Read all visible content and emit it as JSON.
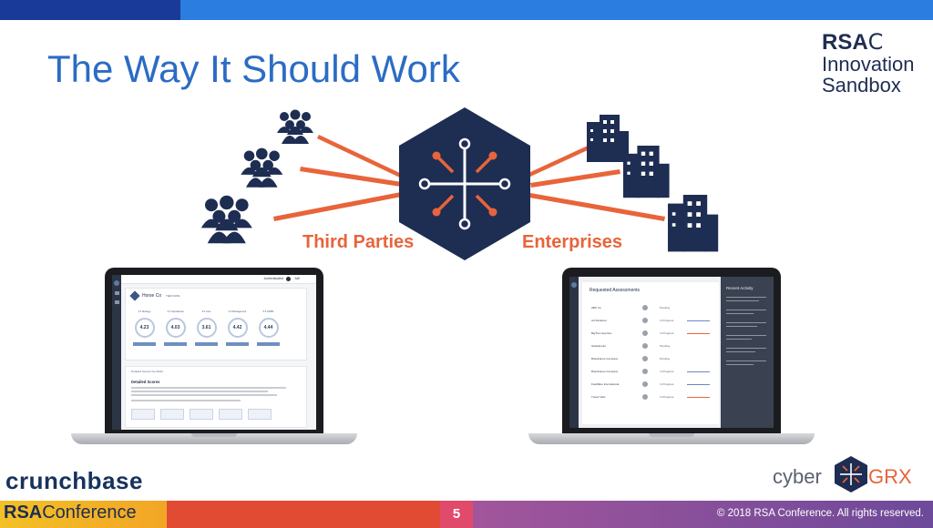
{
  "slide": {
    "title": "The Way It Should Work",
    "page_number": "5"
  },
  "logos": {
    "rsac": {
      "line1": "RSA",
      "line1_suffix": "C",
      "line2": "Innovation",
      "line3": "Sandbox"
    },
    "crunchbase": "crunchbase",
    "cybergrx": {
      "left": "cyber",
      "right": "GRX"
    }
  },
  "diagram": {
    "left_label": "Third Parties",
    "right_label": "Enterprises",
    "left_icons": [
      "people-group-icon",
      "people-group-icon",
      "people-group-icon"
    ],
    "right_icons": [
      "buildings-icon",
      "buildings-icon",
      "buildings-icon"
    ],
    "hub_icon": "hub-hexagon-icon",
    "colors": {
      "accent": "#e8643a",
      "navy": "#1e2d52"
    }
  },
  "left_laptop": {
    "topbar_auth": "Authenticated",
    "topbar_user": "AW",
    "company_name": "Horse Co",
    "company_tag": "TIER RATE",
    "gauges": [
      {
        "label": "1.0 Strategy",
        "value": "4.23"
      },
      {
        "label": "2.0 Operational",
        "value": "4.03"
      },
      {
        "label": "3.0 Core",
        "value": "3.61"
      },
      {
        "label": "4.0 Management",
        "value": "4.42"
      },
      {
        "label": "5.0 GDPR",
        "value": "4.44"
      }
    ],
    "tabs": "Detailed Scores   Top Risks",
    "section_title": "Detailed Scores"
  },
  "right_laptop": {
    "title": "Requested Assessments",
    "rows": [
      {
        "name": "ABC Co",
        "status": "Pending",
        "bar_color": ""
      },
      {
        "name": "Ad Solutions",
        "status": "In Progress",
        "bar_color": "#6c86c4"
      },
      {
        "name": "BigTree App Dev",
        "status": "In Progress",
        "bar_color": "#e8643a"
      },
      {
        "name": "Globalcount",
        "status": "Pending",
        "bar_color": ""
      },
      {
        "name": "Brandname Company",
        "status": "Pending",
        "bar_color": ""
      },
      {
        "name": "Brandname Company",
        "status": "In Progress",
        "bar_color": "#6c86c4"
      },
      {
        "name": "FastWare International",
        "status": "In Progress",
        "bar_color": "#6c86c4"
      },
      {
        "name": "Tresor Nets",
        "status": "In Progress",
        "bar_color": "#e8643a"
      }
    ],
    "activity_title": "Recent Activity"
  },
  "footer": {
    "conference_brand": "RSA",
    "conference_word": "Conference",
    "copyright": "© 2018 RSA Conference. All rights reserved."
  }
}
